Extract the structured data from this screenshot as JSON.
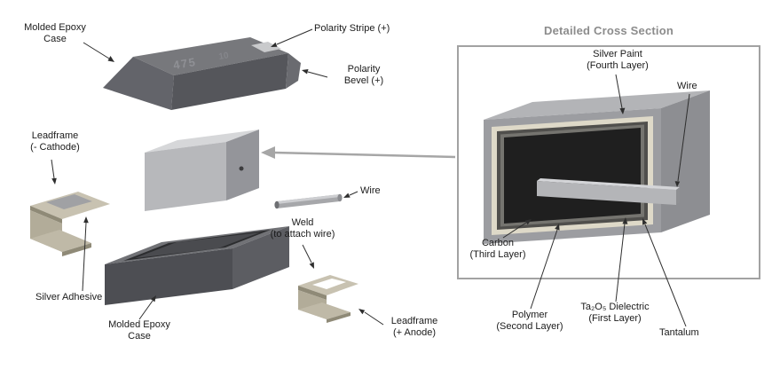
{
  "exploded_view": {
    "labels": {
      "molded_epoxy_case_top": "Molded Epoxy\nCase",
      "polarity_stripe": "Polarity Stripe (+)",
      "polarity_bevel": "Polarity\nBevel (+)",
      "leadframe_cathode": "Leadframe\n(- Cathode)",
      "wire": "Wire",
      "weld": "Weld\n(to attach wire)",
      "silver_adhesive": "Silver Adhesive",
      "molded_epoxy_case_bottom": "Molded Epoxy\nCase",
      "leadframe_anode": "Leadframe\n(+ Anode)"
    },
    "case_marking": {
      "line1": "475",
      "line2": "10"
    }
  },
  "cross_section": {
    "title": "Detailed Cross Section",
    "labels": {
      "silver_paint": "Silver Paint\n(Fourth Layer)",
      "wire": "Wire",
      "carbon": "Carbon\n(Third Layer)",
      "polymer": "Polymer\n(Second Layer)",
      "ta2o5_dielectric": "Ta₂O₅ Dielectric\n(First Layer)",
      "tantalum": "Tantalum"
    }
  },
  "colors": {
    "molded_case": "#55565b",
    "element_body": "#b7b8bb",
    "leadframe_metal": "#c8c2b1",
    "polarity_stripe": "#c9cacc",
    "case_layer": "#9c9da1",
    "silver_paint_layer": "#ded9c8",
    "carbon_layer": "#504f4c",
    "polymer_layer": "#75746f",
    "tantalum_core": "#1f1f1f",
    "panel_border": "#a2a2a2",
    "title_text": "#8c8c8c",
    "leader_line": "#2e2e2e",
    "pointer_arrow": "#a6a6a6"
  }
}
